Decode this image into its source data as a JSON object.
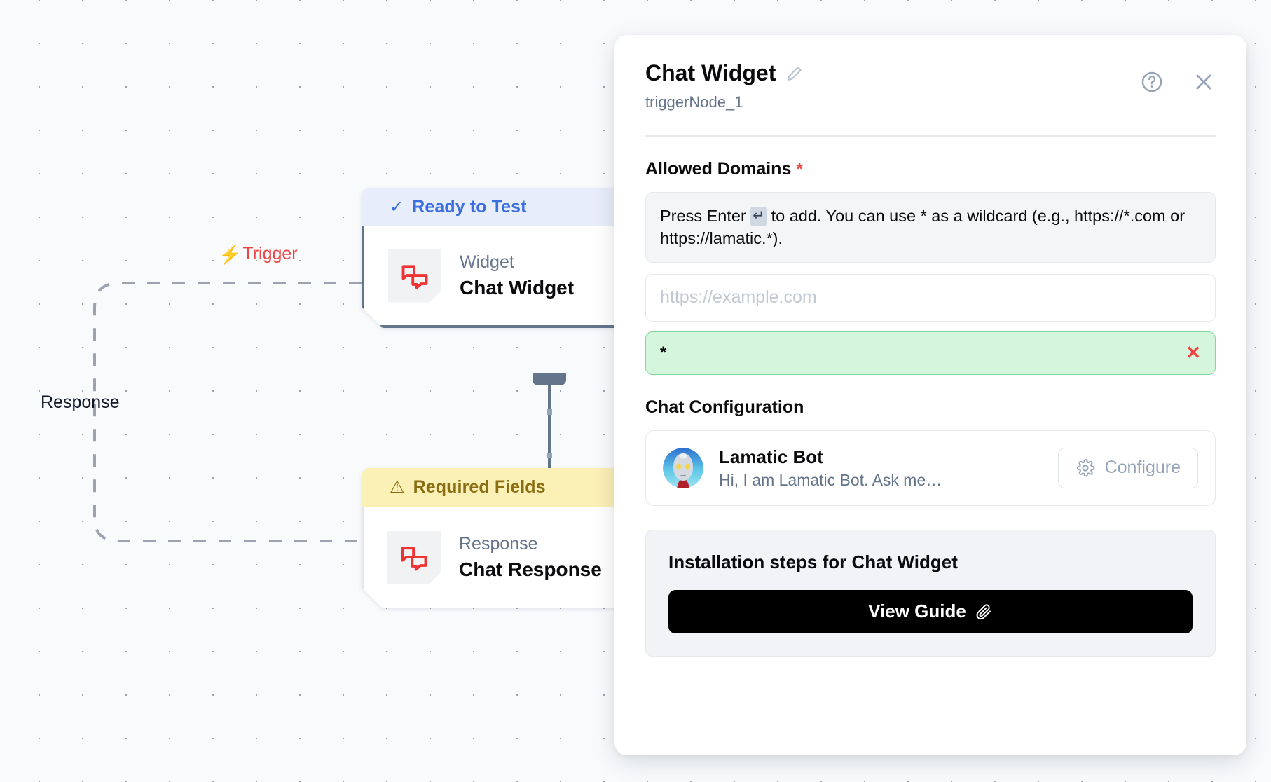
{
  "canvas": {
    "edges": [
      {
        "id": "trigger",
        "label": "Trigger",
        "icon": "lightning-bolt-icon",
        "color": "#ef4444"
      },
      {
        "id": "response",
        "label": "Response",
        "icon": "",
        "color": "#111827"
      }
    ],
    "nodes": [
      {
        "id": "trigger-node",
        "status_label": "Ready to Test",
        "status_icon": "check-icon",
        "status_variant": "ready",
        "kind": "Widget",
        "title": "Chat Widget",
        "icon": "chat-bubbles-icon"
      },
      {
        "id": "response-node",
        "status_label": "Required Fields",
        "status_icon": "warning-triangle-icon",
        "status_variant": "required",
        "kind": "Response",
        "title": "Chat Response",
        "icon": "chat-bubbles-icon"
      }
    ]
  },
  "panel": {
    "title": "Chat Widget",
    "edit_icon": "pencil-icon",
    "subtitle": "triggerNode_1",
    "help_icon": "question-circle-icon",
    "close_icon": "close-icon",
    "allowed_domains": {
      "label": "Allowed Domains",
      "required_marker": "*",
      "hint_prefix": "Press Enter ",
      "hint_key": "↵",
      "hint_suffix": " to add. You can use * as a wildcard (e.g., https://*.com or https://lamatic.*).",
      "input_placeholder": "https://example.com",
      "input_value": "",
      "tags": [
        {
          "value": "*",
          "remove_icon": "close-small-icon",
          "remove_label": "✕"
        }
      ]
    },
    "chat_configuration": {
      "label": "Chat Configuration",
      "bot": {
        "avatar_icon": "bot-avatar",
        "name": "Lamatic Bot",
        "greeting": "Hi, I am Lamatic Bot. Ask me…",
        "configure_label": "Configure",
        "configure_icon": "gear-icon"
      }
    },
    "installation": {
      "title": "Installation steps for Chat Widget",
      "guide_label": "View Guide",
      "guide_icon": "paperclip-icon",
      "guide_glyph": "📎"
    }
  },
  "colors": {
    "accent_red": "#ef4444",
    "accent_blue": "#3b6fe0",
    "warning_yellow": "#fbf0b6",
    "tag_green_bg": "#d6f5dd",
    "tag_green_border": "#7fd99a",
    "node_border": "#64748b"
  }
}
